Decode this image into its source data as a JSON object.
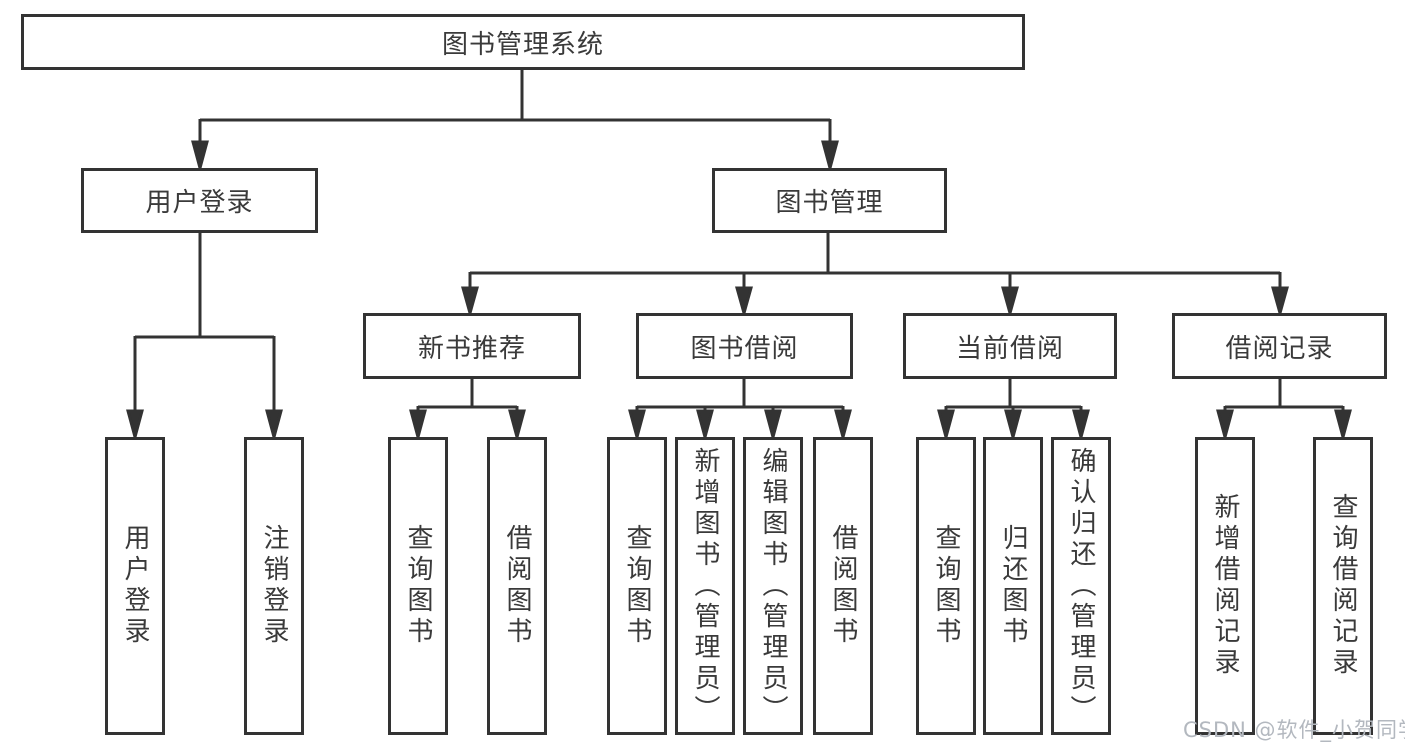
{
  "nodes": {
    "root": "图书管理系统",
    "level2": [
      "用户登录",
      "图书管理"
    ],
    "level3": [
      "新书推荐",
      "图书借阅",
      "当前借阅",
      "借阅记录"
    ],
    "leaves": {
      "user_login": [
        "用户登录",
        "注销登录"
      ],
      "new_books": [
        "查询图书",
        "借阅图书"
      ],
      "book_borrow": [
        "查询图书",
        "新增图书（管理员）",
        "编辑图书（管理员）",
        "借阅图书"
      ],
      "current_borrow": [
        "查询图书",
        "归还图书",
        "确认归还（管理员）"
      ],
      "borrow_records": [
        "新增借阅记录",
        "查询借阅记录"
      ]
    }
  },
  "watermark": "CSDN @软件_小贺同学",
  "colors": {
    "line": "#333333",
    "box_border": "#333333",
    "text": "#3a3a3a",
    "background": "#ffffff",
    "watermark": "#b3b8bf"
  }
}
